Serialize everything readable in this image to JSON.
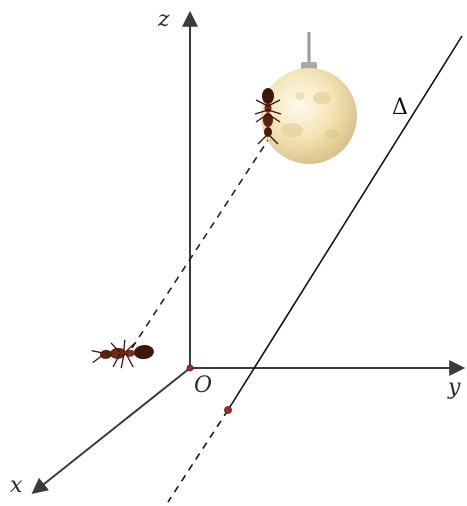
{
  "labels": {
    "z_axis": "z",
    "y_axis": "y",
    "x_axis": "x",
    "origin": "O",
    "line": "Δ"
  },
  "colors": {
    "axis": "#3a3a3a",
    "line": "#111111",
    "dashed": "#222222",
    "moon": "#f3e3b0",
    "point": "#a52a2a",
    "ant": "#4a1d10"
  },
  "icons": {
    "moon": "moon-lamp-icon",
    "ant_ground": "ant-icon",
    "ant_moon": "ant-icon"
  }
}
